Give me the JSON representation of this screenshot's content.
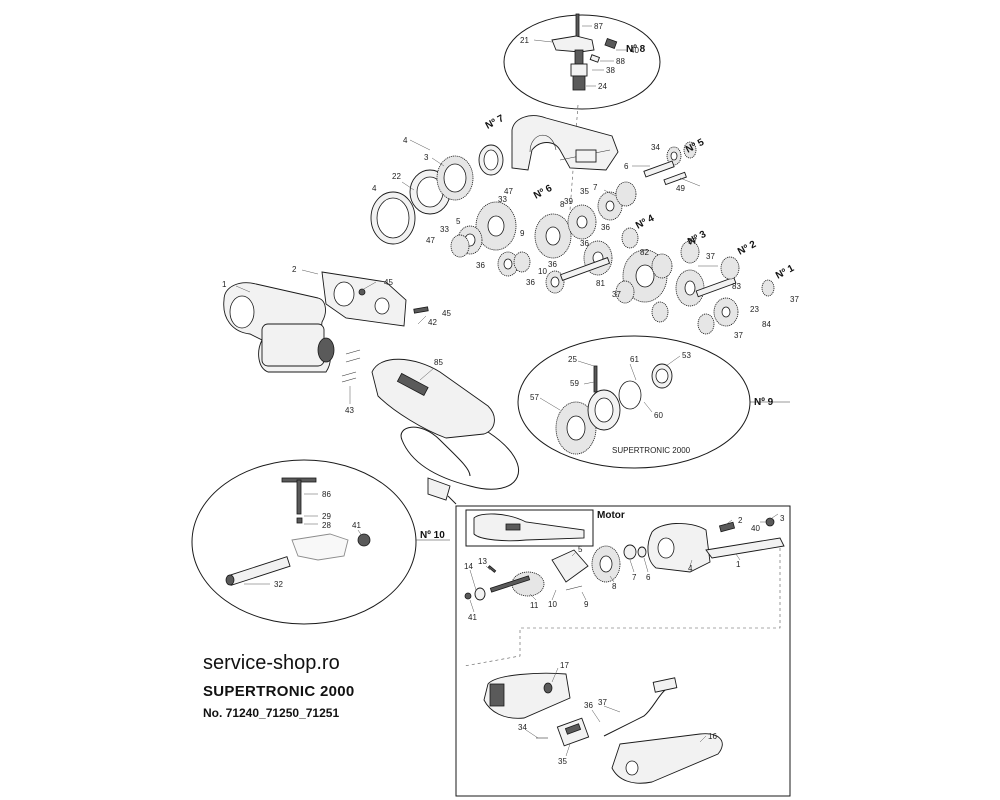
{
  "diagram": {
    "brand": "service-shop.ro",
    "model": "SUPERTRONIC 2000",
    "numbers": "No. 71240_71250_71251",
    "motor_heading": "Motor",
    "inset_product_label": "SUPERTRONIC 2000",
    "group_labels": [
      "Nº 8",
      "Nº 7",
      "Nº 6",
      "Nº 5",
      "Nº 4",
      "Nº 3",
      "Nº 2",
      "Nº 1",
      "Nº 9",
      "Nº 10"
    ],
    "top_labels": [
      "87",
      "21",
      "40",
      "88",
      "38",
      "24",
      "4",
      "34",
      "6",
      "3",
      "22",
      "4",
      "47",
      "49",
      "7",
      "35",
      "8",
      "39",
      "33",
      "5",
      "33",
      "47",
      "9",
      "36",
      "36",
      "37",
      "82",
      "37",
      "36",
      "10",
      "36",
      "36",
      "81",
      "37",
      "83",
      "37",
      "23",
      "84",
      "37",
      "1",
      "2",
      "45",
      "45",
      "42",
      "85",
      "43"
    ],
    "inset9_labels": [
      "25",
      "61",
      "53",
      "59",
      "57",
      "60"
    ],
    "inset10_labels": [
      "86",
      "29",
      "28",
      "41",
      "32"
    ],
    "motor_labels": [
      "2",
      "40",
      "3",
      "4",
      "1",
      "6",
      "7",
      "8",
      "5",
      "13",
      "14",
      "11",
      "10",
      "9",
      "41",
      "17",
      "37",
      "36",
      "34",
      "35",
      "16"
    ]
  }
}
